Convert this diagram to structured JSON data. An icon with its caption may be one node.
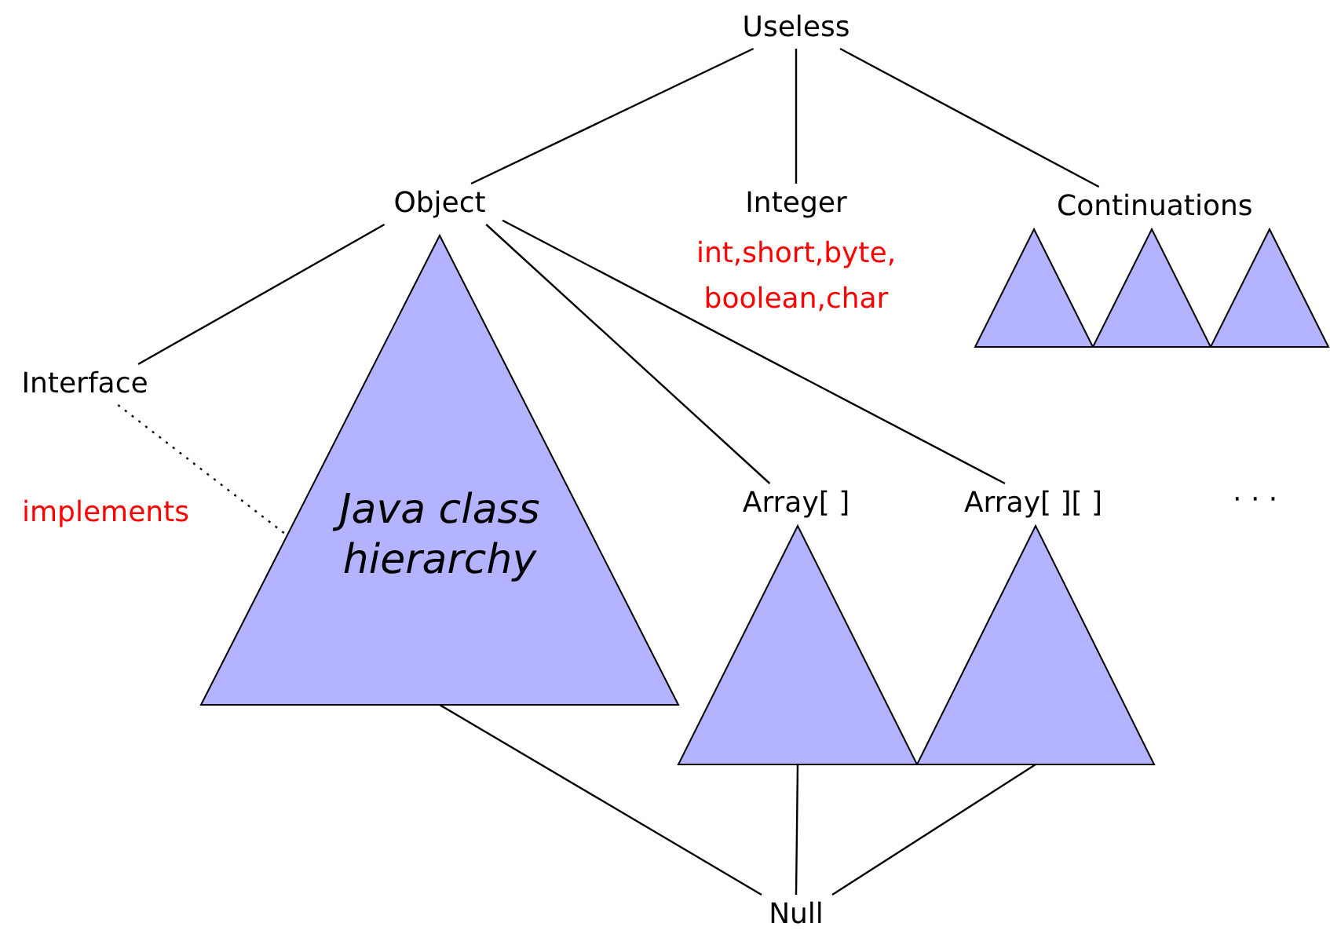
{
  "diagram": {
    "nodes": [
      {
        "text": [
          "Useless"
        ]
      },
      {
        "text": [
          "Object"
        ]
      },
      {
        "text": [
          "Integer"
        ],
        "beside": [
          "int,short,byte, boolean,char"
        ]
      },
      {
        "text": [
          "Continuations"
        ]
      },
      {
        "text": [],
        "shape": "triangle"
      },
      {
        "text": [],
        "shape": "triangle"
      },
      {
        "text": [],
        "shape": "triangle"
      },
      {
        "text": [
          "Interface"
        ]
      },
      {
        "text": [
          "Java class hierarchy"
        ]
      },
      {
        "text": [
          "Array[ ]"
        ]
      },
      {
        "text": [
          "Array[ ][ ]"
        ]
      },
      {
        "text": [],
        "shape": "triangle"
      },
      {
        "text": [],
        "shape": "triangle"
      },
      {
        "text": [
          "Null"
        ]
      }
    ],
    "edges": [
      {
        "from": 0,
        "to": 1,
        "arrow": "none"
      },
      {
        "from": 0,
        "to": 2,
        "arrow": "none"
      },
      {
        "from": 0,
        "to": 3,
        "arrow": "none"
      },
      {
        "from": 1,
        "to": 7,
        "arrow": "none"
      },
      {
        "from": 1,
        "to": 9,
        "arrow": "none"
      },
      {
        "from": 1,
        "to": 10,
        "arrow": "none"
      },
      {
        "from": 7,
        "to": 8,
        "arrow": "none",
        "style": "dashed",
        "label": "implements"
      },
      {
        "from": 8,
        "to": 13,
        "arrow": "none"
      },
      {
        "from": 11,
        "to": 13,
        "arrow": "none"
      },
      {
        "from": 12,
        "to": 13,
        "arrow": "none"
      }
    ],
    "labels": [
      "· · ·"
    ]
  }
}
